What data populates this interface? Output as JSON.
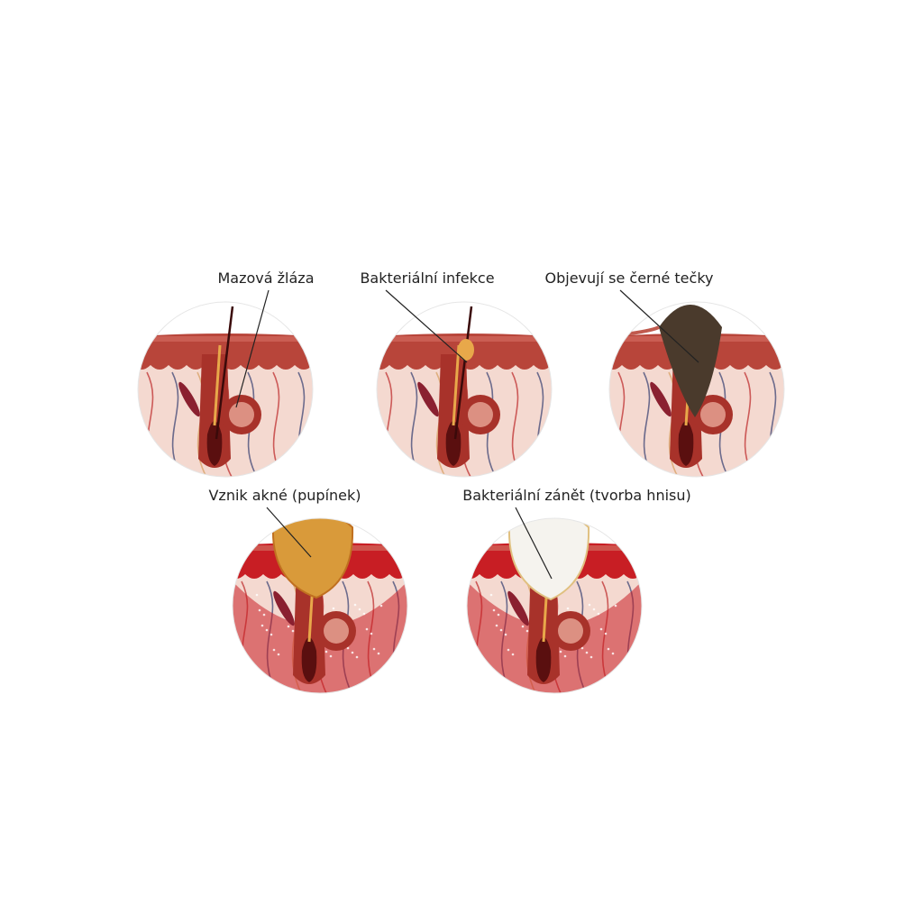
{
  "title": "Stages of acne formation",
  "stages": [
    {
      "label": "Mazová žláza",
      "lesion": "normal"
    },
    {
      "label": "Bakteriální infekce",
      "lesion": "infection"
    },
    {
      "label": "Objevují se černé tečky",
      "lesion": "blackhead"
    },
    {
      "label": "Vznik akné (pupínek)",
      "lesion": "pimple"
    },
    {
      "label": "Bakteriální zánět (tvorba hnisu)",
      "lesion": "pus"
    }
  ],
  "colors": {
    "epidermis": "#b8453a",
    "dermis": "#f4d9d0",
    "follicle": "#a8322a",
    "follicle_dark": "#5a0f0f",
    "sebum": "#e8a84a",
    "blackhead": "#4a3a2c",
    "pus": "#f5f3ee",
    "inflamed": "#c81e24",
    "label_line": "#222222"
  }
}
